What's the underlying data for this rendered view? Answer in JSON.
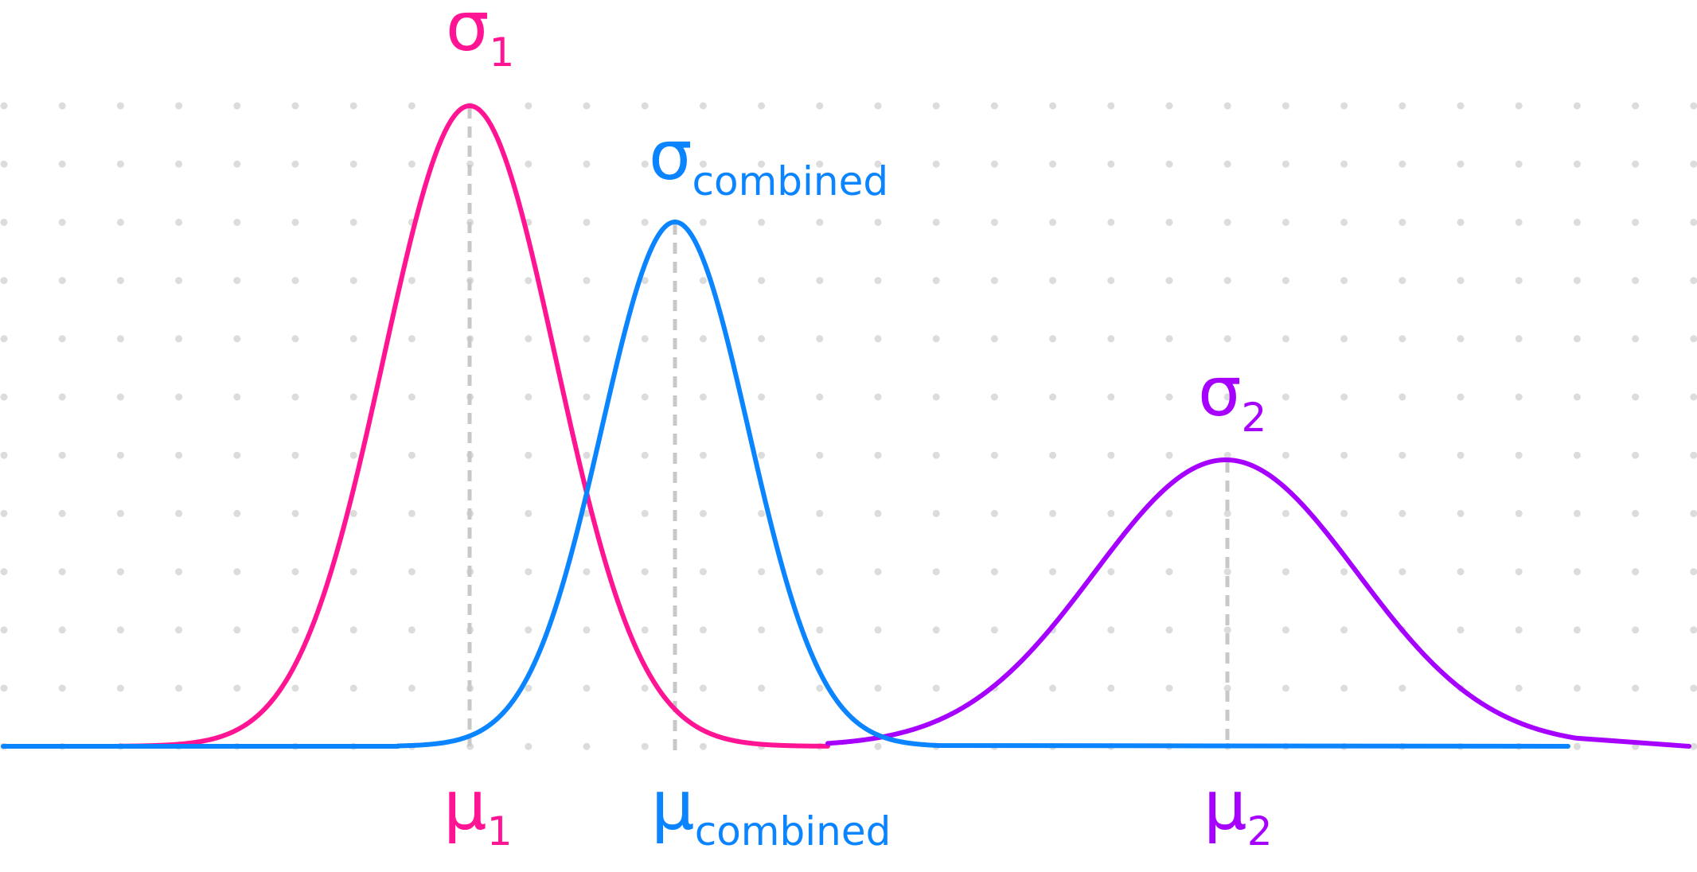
{
  "colors": {
    "dist1": "#ff1493",
    "combined": "#0a84ff",
    "dist2": "#a600ff",
    "grid_dot": "#dcdcdc",
    "mean_line": "#c8c8c8"
  },
  "distributions": [
    {
      "id": "dist1",
      "sigma_symbol": "σ",
      "sigma_sub": "1",
      "mu_symbol": "μ",
      "mu_sub": "1"
    },
    {
      "id": "combined",
      "sigma_symbol": "σ",
      "sigma_sub": "combined",
      "mu_symbol": "μ",
      "mu_sub": "combined"
    },
    {
      "id": "dist2",
      "sigma_symbol": "σ",
      "sigma_sub": "2",
      "mu_symbol": "μ",
      "mu_sub": "2"
    }
  ]
}
